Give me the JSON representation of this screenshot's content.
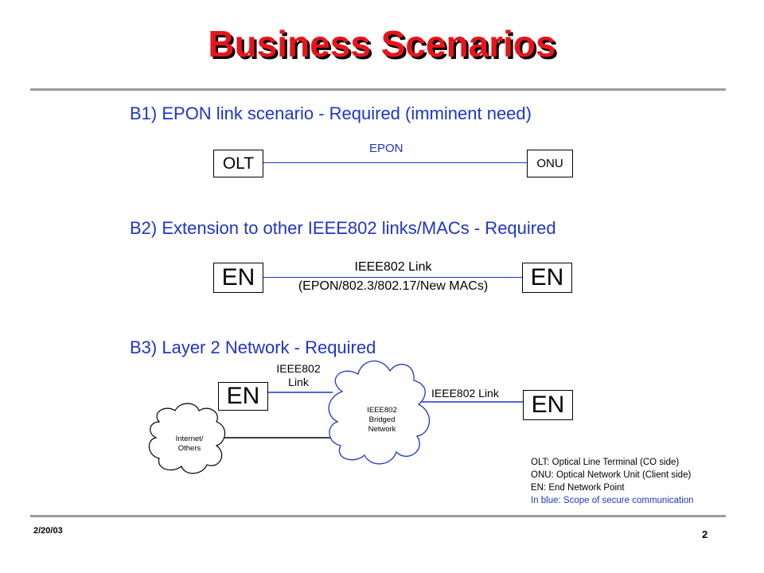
{
  "title": "Business Scenarios",
  "b1": {
    "heading": "B1) EPON link scenario - Required (imminent need)",
    "left_box": "OLT",
    "right_box": "ONU",
    "link_label": "EPON"
  },
  "b2": {
    "heading": "B2) Extension to other IEEE802 links/MACs - Required",
    "left_box": "EN",
    "right_box": "EN",
    "link_label_1": "IEEE802 Link",
    "link_label_2": "(EPON/802.3/802.17/New MACs)"
  },
  "b3": {
    "heading": "B3) Layer 2 Network - Required",
    "left_box": "EN",
    "right_box": "EN",
    "left_link_label_1": "IEEE802",
    "left_link_label_2": "Link",
    "right_link_label": "IEEE802 Link",
    "bridged_cloud_1": "IEEE802",
    "bridged_cloud_2": "Bridged",
    "bridged_cloud_3": "Network",
    "internet_cloud_1": "Internet/",
    "internet_cloud_2": "Others"
  },
  "legend": {
    "line1": "OLT: Optical Line Terminal (CO side)",
    "line2": "ONU: Optical Network Unit (Client side)",
    "line3": "EN: End Network Point",
    "line4": "In blue: Scope of secure communication"
  },
  "footer": {
    "date": "2/20/03",
    "page": "2"
  },
  "colors": {
    "title": "#e8141b",
    "blue": "#1f35c9",
    "rule": "#9b9b9b"
  }
}
